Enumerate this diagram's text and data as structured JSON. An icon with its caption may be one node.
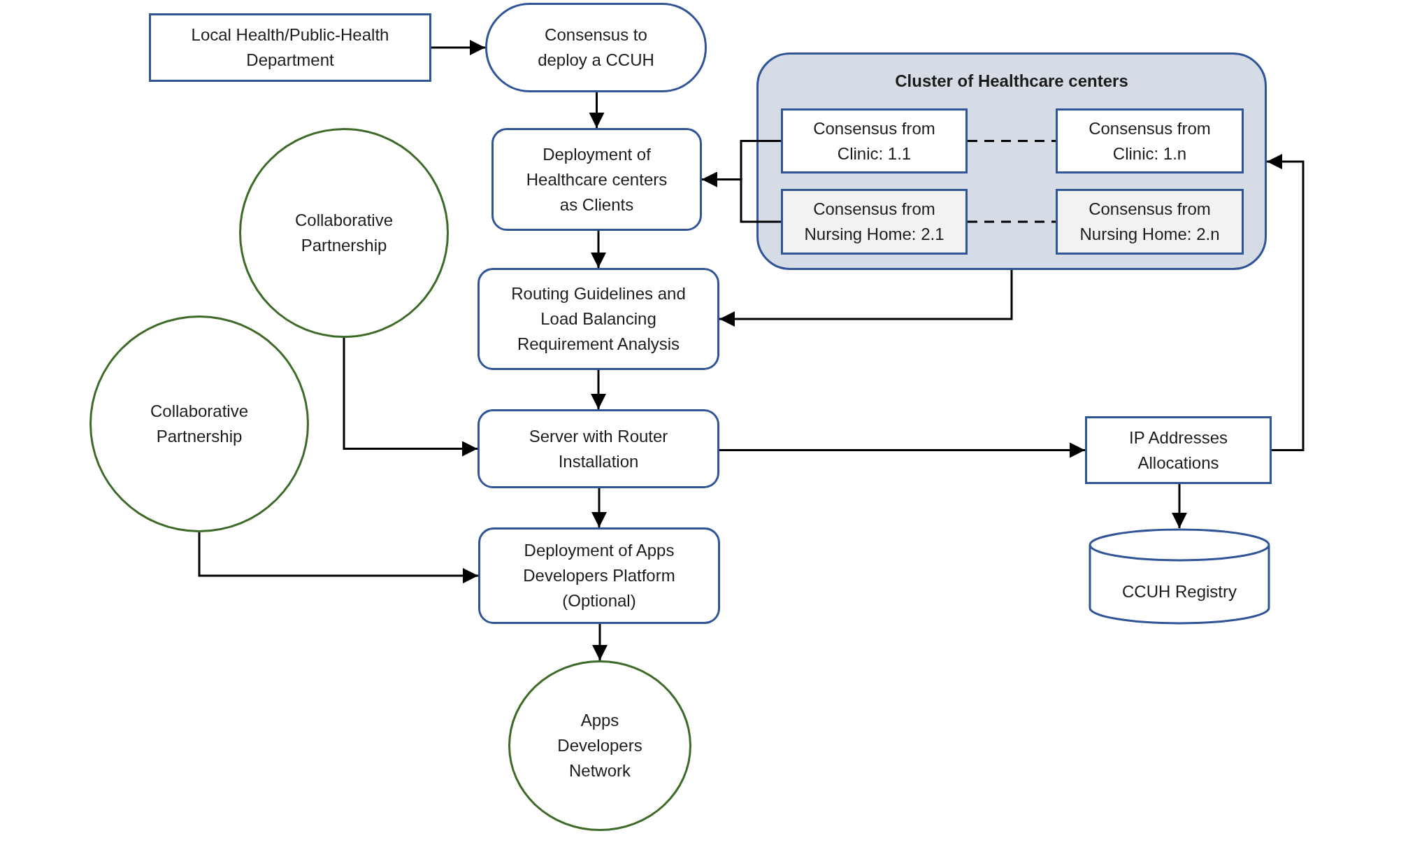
{
  "diagram": {
    "nodes": [
      {
        "text": [
          "Local Health/Public-Health Department"
        ]
      },
      {
        "text": [
          "Consensus to deploy a CCUH"
        ]
      },
      {
        "text": [
          "Cluster of Healthcare centers"
        ]
      },
      {
        "text": [
          "Consensus from Clinic: 1.1"
        ],
        "in": 2
      },
      {
        "text": [
          "Consensus from Clinic: 1.n"
        ],
        "in": 2
      },
      {
        "text": [
          "Consensus from Nursing Home: 2.1"
        ],
        "in": 2
      },
      {
        "text": [
          "Consensus from Nursing Home: 2.n"
        ],
        "in": 2
      },
      {
        "text": [
          "Deployment of Healthcare centers as Clients"
        ]
      },
      {
        "text": [
          "Collaborative Partnership"
        ]
      },
      {
        "text": [
          "Routing Guidelines and Load Balancing Requirement Analysis"
        ]
      },
      {
        "text": [
          "Collaborative Partnership"
        ]
      },
      {
        "text": [
          "Server with Router Installation"
        ]
      },
      {
        "text": [
          "IP Addresses Allocations"
        ]
      },
      {
        "text": [
          "Deployment of Apps Developers Platform (Optional)"
        ]
      },
      {
        "text": [
          "CCUH Registry"
        ]
      },
      {
        "text": [
          "Apps Developers Network"
        ]
      }
    ],
    "edges": [
      {
        "from": 0,
        "to": 1,
        "arrow": "to"
      },
      {
        "from": 1,
        "to": 7,
        "arrow": "to"
      },
      {
        "from": 3,
        "to": 7,
        "arrow": "to"
      },
      {
        "from": 5,
        "to": 7,
        "arrow": "to"
      },
      {
        "from": 3,
        "to": 4,
        "arrow": "none",
        "style": "dashed"
      },
      {
        "from": 5,
        "to": 6,
        "arrow": "none",
        "style": "dashed"
      },
      {
        "from": 7,
        "to": 9,
        "arrow": "to"
      },
      {
        "from": 2,
        "to": 9,
        "arrow": "to"
      },
      {
        "from": 9,
        "to": 11,
        "arrow": "to"
      },
      {
        "from": 8,
        "to": 11,
        "arrow": "to"
      },
      {
        "from": 11,
        "to": 12,
        "arrow": "to"
      },
      {
        "from": 12,
        "to": 2,
        "arrow": "to"
      },
      {
        "from": 11,
        "to": 13,
        "arrow": "to"
      },
      {
        "from": 10,
        "to": 13,
        "arrow": "to"
      },
      {
        "from": 12,
        "to": 14,
        "arrow": "to"
      },
      {
        "from": 13,
        "to": 15,
        "arrow": "to"
      }
    ]
  }
}
